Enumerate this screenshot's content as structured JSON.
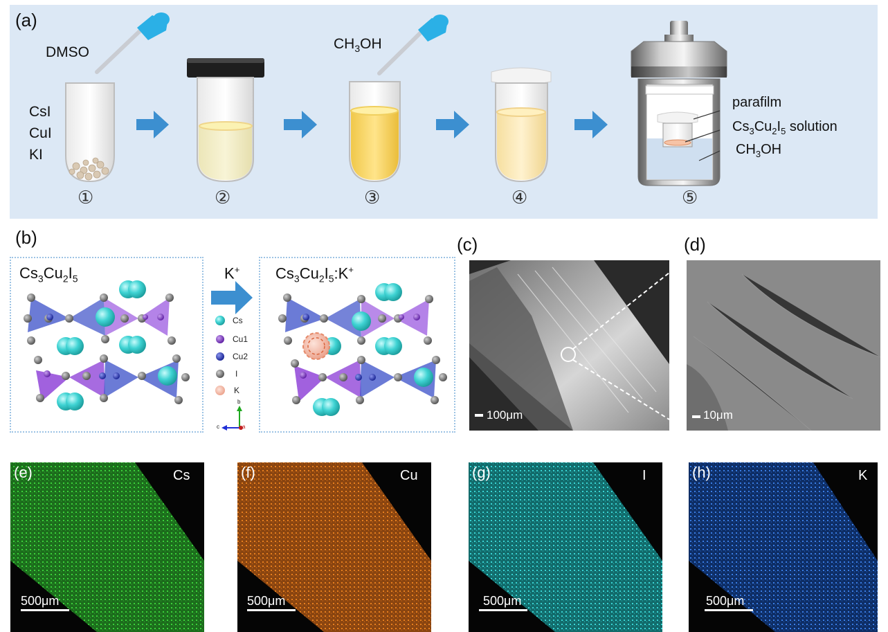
{
  "panel_a": {
    "label": "(a)",
    "reagents": [
      "CsI",
      "CuI",
      "KI"
    ],
    "dmso": "DMSO",
    "methanol_main": "CH",
    "methanol_sub": "3",
    "methanol_end": "OH",
    "steps": [
      "①",
      "②",
      "③",
      "④",
      "⑤"
    ],
    "annotations": {
      "parafilm": "parafilm",
      "solution_prefix": "Cs",
      "solution_sub1": "3",
      "solution_mid": "Cu",
      "solution_sub2": "2",
      "solution_i": "I",
      "solution_sub3": "5",
      "solution_suffix": " solution",
      "ch3oh_main": "CH",
      "ch3oh_sub": "3",
      "ch3oh_end": "OH"
    }
  },
  "panel_b": {
    "label": "(b)",
    "left_title": {
      "cs": "Cs",
      "s1": "3",
      "cu": "Cu",
      "s2": "2",
      "i": "I",
      "s3": "5"
    },
    "right_title": {
      "cs": "Cs",
      "s1": "3",
      "cu": "Cu",
      "s2": "2",
      "i": "I",
      "s3": "5",
      "k": ":K",
      "sup": "+"
    },
    "arrow_label": {
      "k": "K",
      "sup": "+"
    },
    "legend": [
      {
        "name": "Cs",
        "color": "#3fd3d3"
      },
      {
        "name": "Cu1",
        "color": "#7a2fc6"
      },
      {
        "name": "Cu2",
        "color": "#1f2fb8"
      },
      {
        "name": "I",
        "color": "#7a7a7a"
      },
      {
        "name": "K",
        "color": "#f3b9a8"
      }
    ],
    "axes": {
      "b": "b",
      "c": "c",
      "a": "a"
    }
  },
  "panel_c": {
    "label": "(c)",
    "scale": "100μm"
  },
  "panel_d": {
    "label": "(d)",
    "scale": "10μm"
  },
  "maps": [
    {
      "label": "(e)",
      "element": "Cs",
      "scale": "500μm",
      "color": "#2fb52f"
    },
    {
      "label": "(f)",
      "element": "Cu",
      "scale": "500μm",
      "color": "#d9731c"
    },
    {
      "label": "(g)",
      "element": "I",
      "scale": "500μm",
      "color": "#2fbcbc"
    },
    {
      "label": "(h)",
      "element": "K",
      "scale": "500μm",
      "color": "#2e6fd6"
    }
  ],
  "colors": {
    "panel_bg": "#dce8f5",
    "arrow": "#3c8fd0",
    "dropper": "#2bb0e6"
  }
}
